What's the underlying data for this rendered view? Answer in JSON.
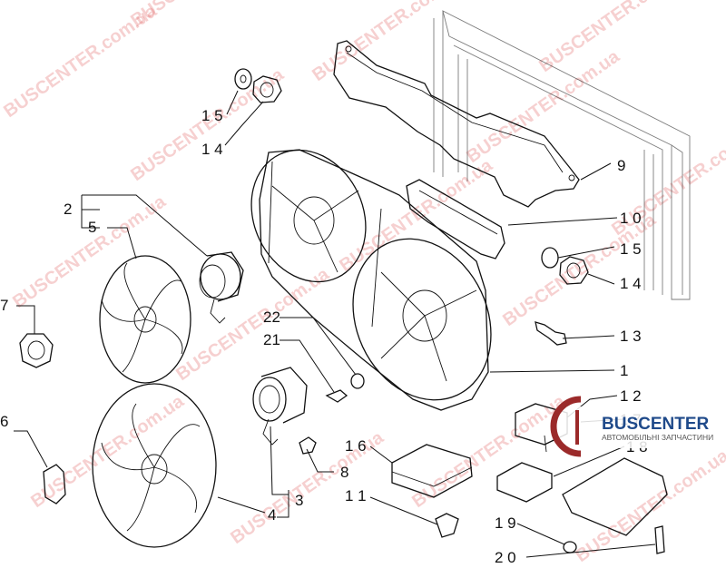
{
  "watermark": {
    "brand": "BUSCENTER.com.ua"
  },
  "logo": {
    "brand": "BUSCENTER",
    "tagline": "АВТОМОБІЛЬНІ ЗАПЧАСТИНИ"
  },
  "labels": {
    "p15": "1 5",
    "p14": "1 4",
    "p2": "2",
    "p5": "5",
    "p7": "7",
    "p6": "6",
    "p22": "22",
    "p21": "21",
    "p8": "8",
    "p3": "3",
    "p4": "4",
    "p9": "9",
    "p10": "1 0",
    "p15b": "1 5",
    "p14b": "1 4",
    "p13": "1 3",
    "p1": "1",
    "p12": "1 2",
    "p17": "1 7",
    "p18": "1 8",
    "p16": "1 6",
    "p11": "1 1",
    "p19": "1 9",
    "p20": "2 0"
  }
}
